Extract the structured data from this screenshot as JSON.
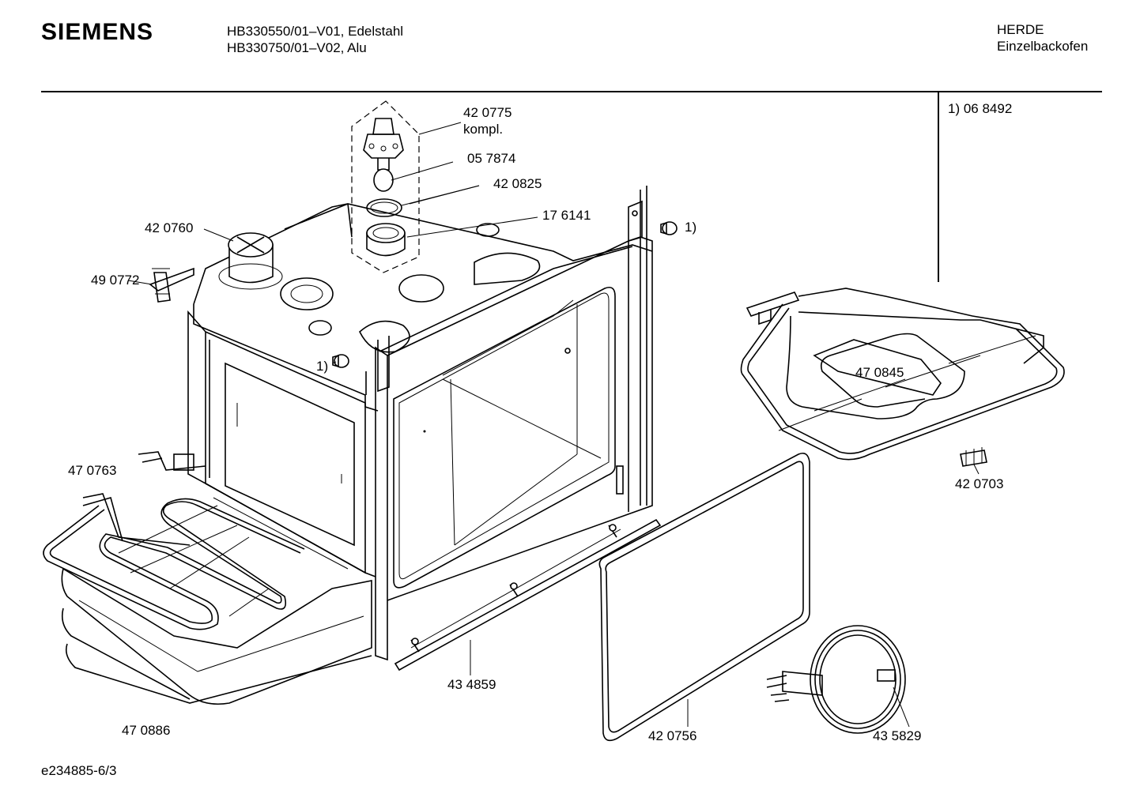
{
  "header": {
    "brand": "SIEMENS",
    "model_line_1": "HB330550/01–V01, Edelstahl",
    "model_line_2": "HB330750/01–V02, Alu",
    "category_line_1": "HERDE",
    "category_line_2": "Einzelbackofen"
  },
  "footnote": "1) 06 8492",
  "document_id": "e234885-6/3",
  "parts": {
    "lamp_assembly": "42 0775",
    "lamp_assembly_note": "kompl.",
    "bulb": "05 7874",
    "seal_ring": "42 0825",
    "lamp_holder": "17 6141",
    "top_vent": "42 0760",
    "bracket": "49 0772",
    "footnote_marker_right": "1)",
    "footnote_marker_left": "1)",
    "bottom_heater": "47 0763",
    "insulation": "47 0886",
    "door_rail": "43 4859",
    "door_gasket": "42 0756",
    "ring_heater": "43 5829",
    "grill_heater": "47 0845",
    "grill_clip": "42 0703"
  }
}
